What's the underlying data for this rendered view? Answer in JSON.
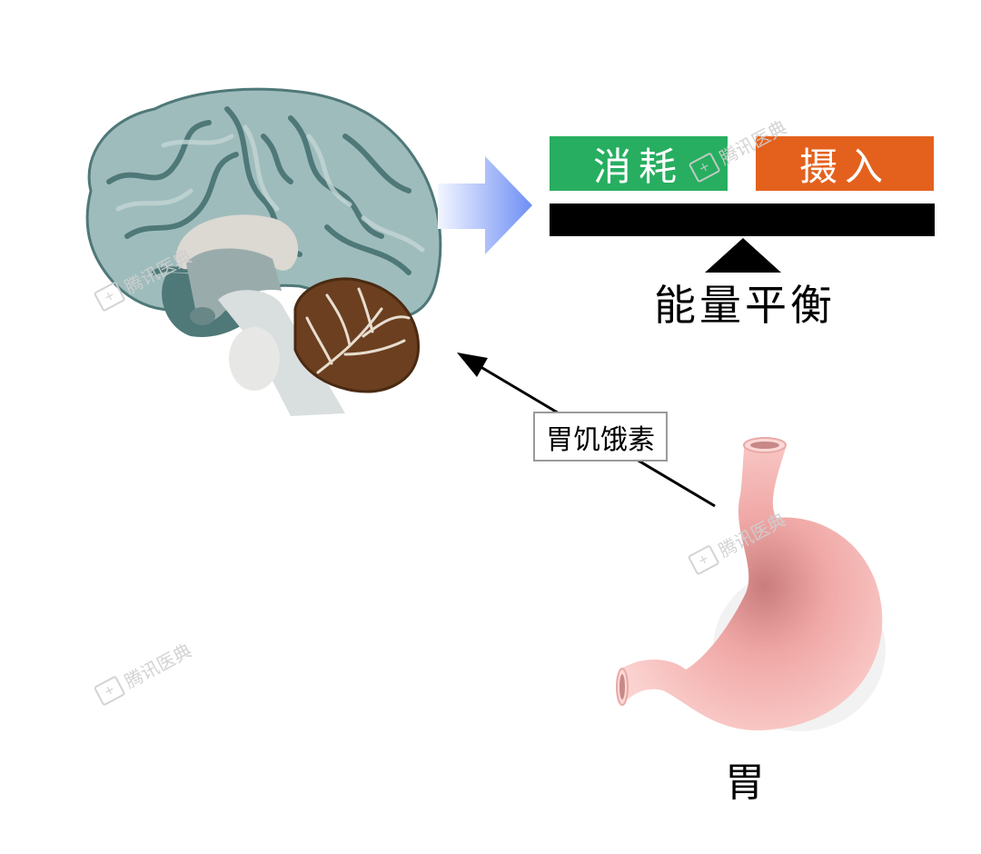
{
  "diagram": {
    "energy_balance": {
      "left_box": {
        "label": "消耗",
        "color": "#27ae60"
      },
      "right_box": {
        "label": "摄入",
        "color": "#e4611d"
      },
      "beam_color": "#000000",
      "label": "能量平衡"
    },
    "arrow_to_balance": {
      "icon": "right-arrow-icon",
      "gradient": [
        "#eef2ff",
        "#6e8ef5"
      ]
    },
    "brain": {
      "icon": "brain-sagittal-icon"
    },
    "stomach": {
      "icon": "stomach-icon",
      "label": "胃"
    },
    "signal_arrow": {
      "label": "胃饥饿素",
      "direction": "stomach-to-brain"
    },
    "watermarks": [
      {
        "text": "腾讯医典",
        "position": "near-brain"
      },
      {
        "text": "腾讯医典",
        "position": "top-right"
      },
      {
        "text": "腾讯医典",
        "position": "near-stomach"
      },
      {
        "text": "腾讯医典",
        "position": "bottom-left"
      }
    ]
  }
}
